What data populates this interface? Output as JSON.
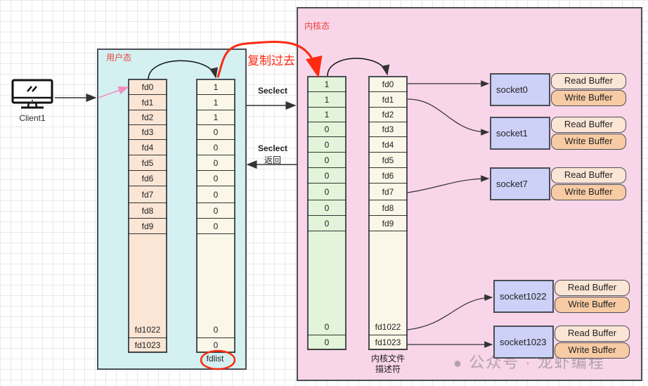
{
  "client": {
    "label": "Client1",
    "icon": "monitor-icon"
  },
  "user_space": {
    "title": "用户态",
    "fd_column": [
      "fd0",
      "fd1",
      "fd2",
      "fd3",
      "fd4",
      "fd5",
      "fd6",
      "fd7",
      "fd8",
      "fd9",
      "fd1022",
      "fd1023"
    ],
    "bit_column": [
      "1",
      "1",
      "1",
      "0",
      "0",
      "0",
      "0",
      "0",
      "0",
      "0",
      "0",
      "0"
    ],
    "bit_column_label": "fdlist"
  },
  "copy_annotation": "复制过去",
  "arrows": {
    "select_call": "Seclect",
    "select_return_line1": "Seclect",
    "select_return_line2": "返回"
  },
  "kernel_space": {
    "title": "内核态",
    "bit_column": [
      "1",
      "1",
      "1",
      "0",
      "0",
      "0",
      "0",
      "0",
      "0",
      "0",
      "0",
      "0"
    ],
    "fd_column": [
      "fd0",
      "fd1",
      "fd2",
      "fd3",
      "fd4",
      "fd5",
      "fd6",
      "fd7",
      "fd8",
      "fd9",
      "fd1022",
      "fd1023"
    ],
    "fd_column_label_line1": "内核文件",
    "fd_column_label_line2": "描述符",
    "sockets": [
      {
        "name": "socket0",
        "read": "Read Buffer",
        "write": "Write Buffer"
      },
      {
        "name": "socket1",
        "read": "Read Buffer",
        "write": "Write Buffer"
      },
      {
        "name": "socket7",
        "read": "Read Buffer",
        "write": "Write Buffer"
      },
      {
        "name": "socket1022",
        "read": "Read Buffer",
        "write": "Write Buffer"
      },
      {
        "name": "socket1023",
        "read": "Read Buffer",
        "write": "Write Buffer"
      }
    ]
  },
  "watermark": "公众号 · 龙虾编程",
  "colors": {
    "user_bg": "#d4f0f1",
    "kernel_bg": "#f8d5e8",
    "title_red": "#e8463f",
    "annotation_red": "#ff2a10",
    "fd_cell_user": "#fbe6d6",
    "bit_cell_user": "#fbf7e8",
    "bit_cell_kernel": "#e2f4d9",
    "fd_cell_kernel": "#fbf7e8",
    "socket_bg": "#cdd0f7",
    "read_buffer": "#fbe6d6",
    "write_buffer": "#f7cba4"
  }
}
